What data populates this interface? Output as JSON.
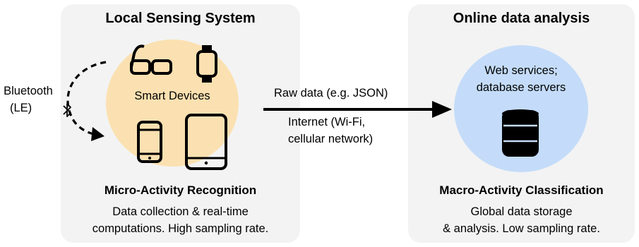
{
  "local": {
    "title": "Local Sensing System",
    "center_label": "Smart Devices",
    "subtitle": "Micro-Activity Recognition",
    "desc_line1": "Data collection & real-time",
    "desc_line2": "computations. High sampling rate.",
    "bluetooth_line1": "Bluetooth",
    "bluetooth_line2": "(LE)"
  },
  "link": {
    "above_arrow": "Raw data (e.g. JSON)",
    "below_line1": "Internet (Wi-Fi,",
    "below_line2": "cellular network)"
  },
  "online": {
    "title": "Online data analysis",
    "center_line1": "Web services;",
    "center_line2": "database servers",
    "subtitle": "Macro-Activity Classification",
    "desc_line1": "Global data storage",
    "desc_line2": "& analysis. Low sampling rate."
  },
  "colors": {
    "panel": "#f3f3f3",
    "devices_blob": "#fbe1b1",
    "web_blob": "#c4dcf9"
  },
  "icons": [
    "glasses-icon",
    "smartwatch-icon",
    "smartphone-icon",
    "tablet-icon",
    "bluetooth-icon",
    "database-icon"
  ]
}
